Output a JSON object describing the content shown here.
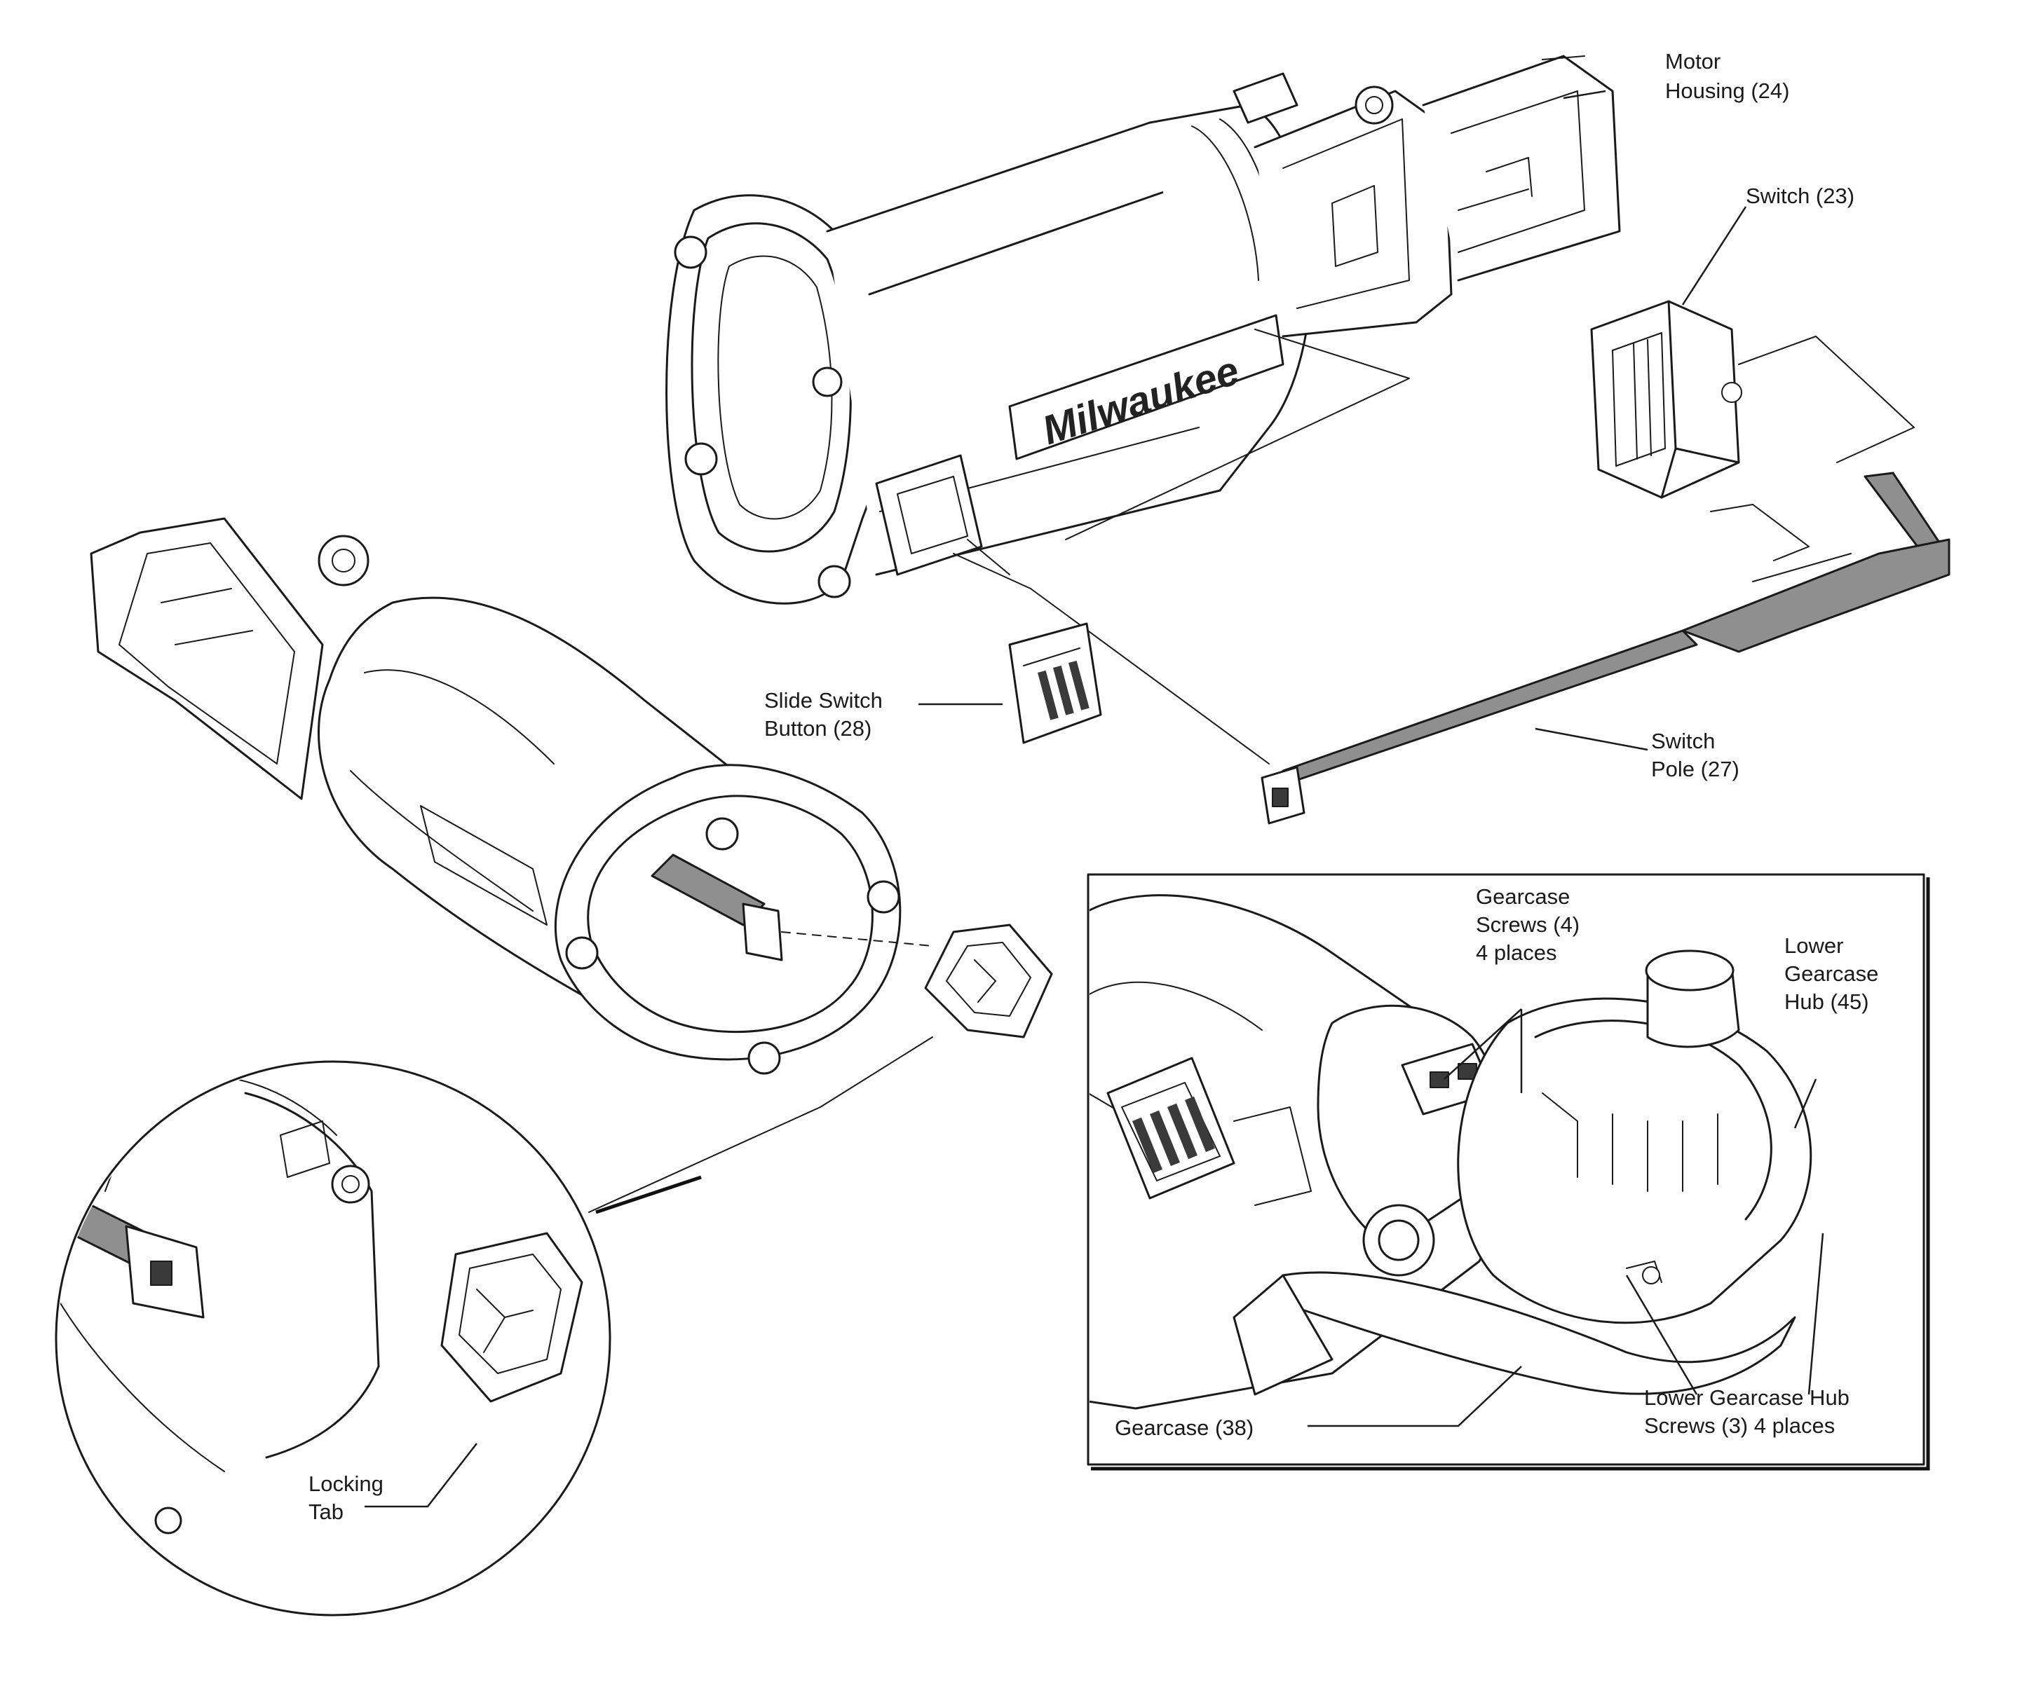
{
  "labels": {
    "motor_housing": [
      "Motor",
      "Housing (24)"
    ],
    "switch": [
      "Switch (23)"
    ],
    "slide_switch_button": [
      "Slide Switch",
      "Button (28)"
    ],
    "switch_pole": [
      "Switch",
      "Pole (27)"
    ],
    "gearcase_screws": [
      "Gearcase",
      "Screws (4)",
      "4 places"
    ],
    "lower_gearcase_hub": [
      "Lower",
      "Gearcase",
      "Hub (45)"
    ],
    "gearcase": [
      "Gearcase (38)"
    ],
    "lower_gearcase_hub_screws": [
      "Lower Gearcase Hub",
      "Screws (3) 4 places"
    ],
    "locking_tab": [
      "Locking",
      "Tab"
    ]
  },
  "brand": {
    "logo_text": "Milwaukee"
  }
}
